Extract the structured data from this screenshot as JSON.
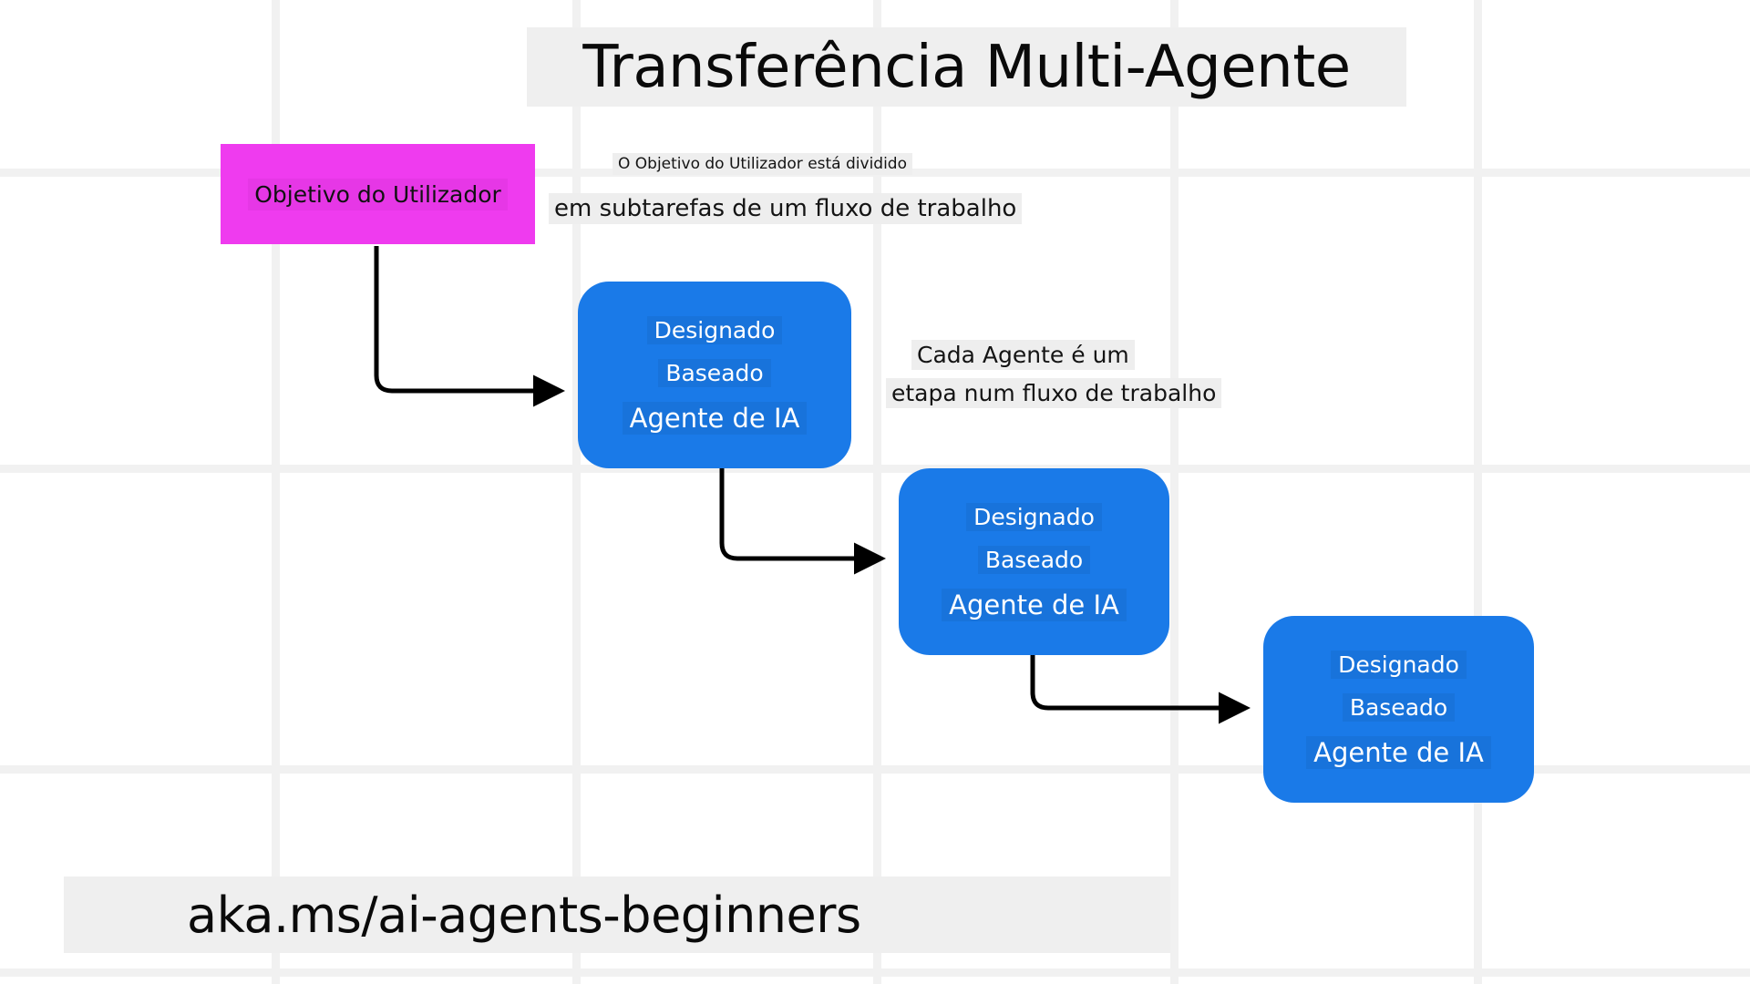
{
  "slide": {
    "title": "Transferência Multi-Agente",
    "footer_url": "aka.ms/ai-agents-beginners",
    "background_color": "#ffffff",
    "grid_line_color": "#f1f1f1",
    "highlight_color": "#efefef"
  },
  "nodes": {
    "goal": {
      "label": "Objetivo do Utilizador",
      "color": "#ef3bef",
      "shape": "rectangle"
    },
    "agents": [
      {
        "line1": "Designado",
        "line2": "Baseado",
        "line3": "Agente de IA",
        "color": "#1a7ae8",
        "shape": "rounded-rectangle"
      },
      {
        "line1": "Designado",
        "line2": "Baseado",
        "line3": "Agente de IA",
        "color": "#1a7ae8",
        "shape": "rounded-rectangle"
      },
      {
        "line1": "Designado",
        "line2": "Baseado",
        "line3": "Agente de IA",
        "color": "#1a7ae8",
        "shape": "rounded-rectangle"
      }
    ]
  },
  "annotations": {
    "goal_note": {
      "line1": "O Objetivo do Utilizador está dividido",
      "line2": "em subtarefas de um fluxo de trabalho"
    },
    "agent_note": {
      "line1": "Cada Agente é um",
      "line2": "etapa num fluxo de trabalho"
    }
  },
  "connectors": {
    "arrow_color": "#000000",
    "count": 3,
    "style": "elbow-with-arrowhead"
  }
}
